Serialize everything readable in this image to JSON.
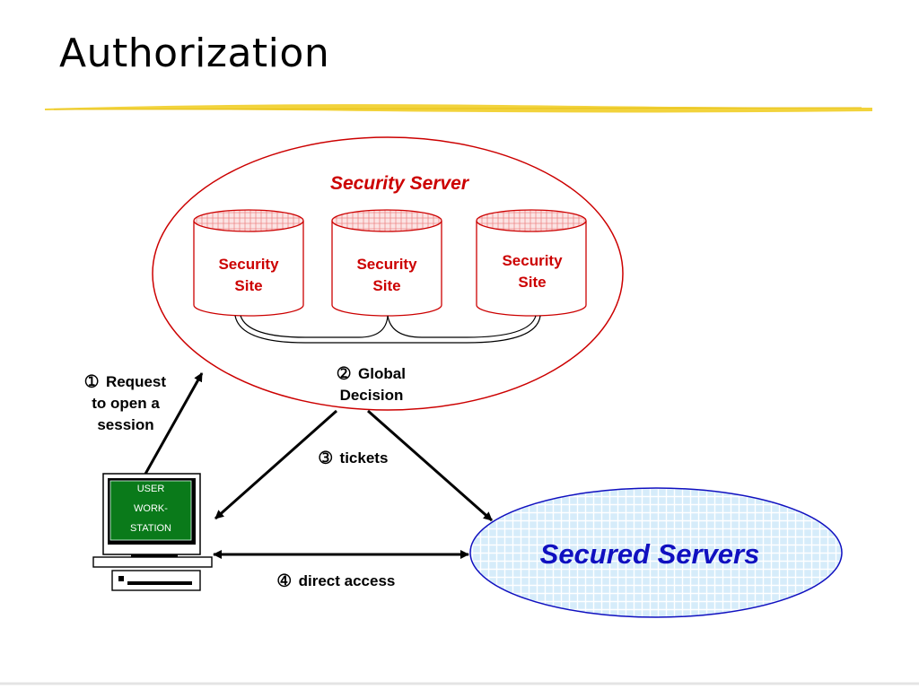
{
  "title": "Authorization",
  "colors": {
    "underline": "#f2d33c",
    "security_red": "#cc0000",
    "secured_blue": "#1010c0",
    "secured_fill": "#cfe8f8",
    "workstation_green": "#0a7a1a"
  },
  "security_server": {
    "label": "Security Server",
    "sites": [
      {
        "line1": "Security",
        "line2": "Site"
      },
      {
        "line1": "Security",
        "line2": "Site"
      },
      {
        "line1": "Security",
        "line2": "Site"
      }
    ]
  },
  "steps": {
    "request": {
      "num": "➀",
      "line1": "Request",
      "line2": "to open a",
      "line3": "session"
    },
    "global": {
      "num": "➁",
      "line1": "Global",
      "line2": "Decision"
    },
    "tickets": {
      "num": "➂",
      "line1": "tickets"
    },
    "direct": {
      "num": "➃",
      "line1": "direct access"
    }
  },
  "workstation": {
    "line1": "USER",
    "line2": "WORK-",
    "line3": "STATION"
  },
  "secured_servers": {
    "label": "Secured Servers"
  }
}
